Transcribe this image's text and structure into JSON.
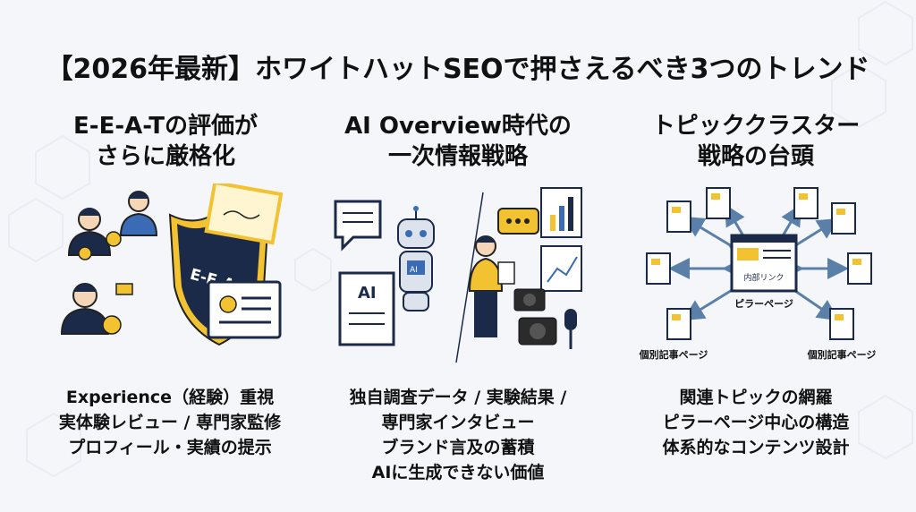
{
  "title": "【2026年最新】ホワイトハットSEOで押さえるべき3つのトレンド",
  "columns": [
    {
      "heading": [
        "E-E-A-Tの評価が",
        "さらに厳格化"
      ],
      "badge": "E-E-A-T",
      "points": [
        "Experience（経験）重視",
        "実体験レビュー / 専門家監修",
        "プロフィール・実績の提示"
      ]
    },
    {
      "heading": [
        "AI Overview時代の",
        "一次情報戦略"
      ],
      "ai_labels": [
        "AI",
        "AI"
      ],
      "points": [
        "独自調査データ / 実験結果 /",
        "専門家インタビュー",
        "ブランド言及の蓄積",
        "AIに生成できない価値"
      ]
    },
    {
      "heading": [
        "トピッククラスター",
        "戦略の台頭"
      ],
      "link_label": "内部リンク",
      "pillar_label": "ピラーページ",
      "cluster_label": "個別記事ページ",
      "points": [
        "関連トピックの網羅",
        "ピラーページ中心の構造",
        "体系的なコンテンツ設計"
      ]
    }
  ],
  "colors": {
    "navy": "#1c2a4a",
    "yellow": "#f2c230",
    "blue": "#3b6bb5",
    "steel": "#5a7fa8"
  }
}
